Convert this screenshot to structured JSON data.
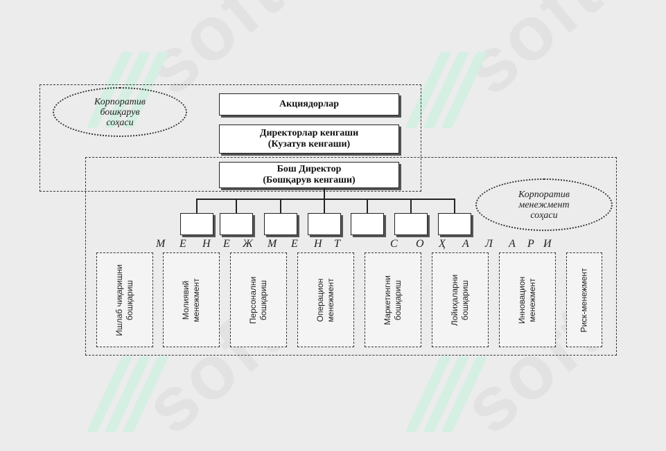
{
  "watermark": "soft",
  "top_box": "Акциядорлар",
  "board_box": "Директорлар кенгаши\n(Кузатув кенгаши)",
  "ceo_box": "Бош Директор\n(Бошқарув кенгаши)",
  "governance_label": "Корпоратив\nбошқарув\nсоҳаси",
  "management_label": "Корпоратив\nменежмент\nсоҳаси",
  "domain_letters": [
    "М",
    "Е",
    "Н",
    "Е",
    "Ж",
    "М",
    "Е",
    "Н",
    "Т",
    "С",
    "О",
    "Ҳ",
    "А",
    "Л",
    "А",
    "Р",
    "И"
  ],
  "areas": [
    "Ишлаб чиқаришни\nбошқариш",
    "Молиявий\nменежмент",
    "Персонални\nбошқариш",
    "Операцион\nменежмент",
    "Маркетингни\nбошқариш",
    "Лойиҳаларни\nбошқариш",
    "Инновацион\nменежмент",
    "Риск-менежмент"
  ]
}
